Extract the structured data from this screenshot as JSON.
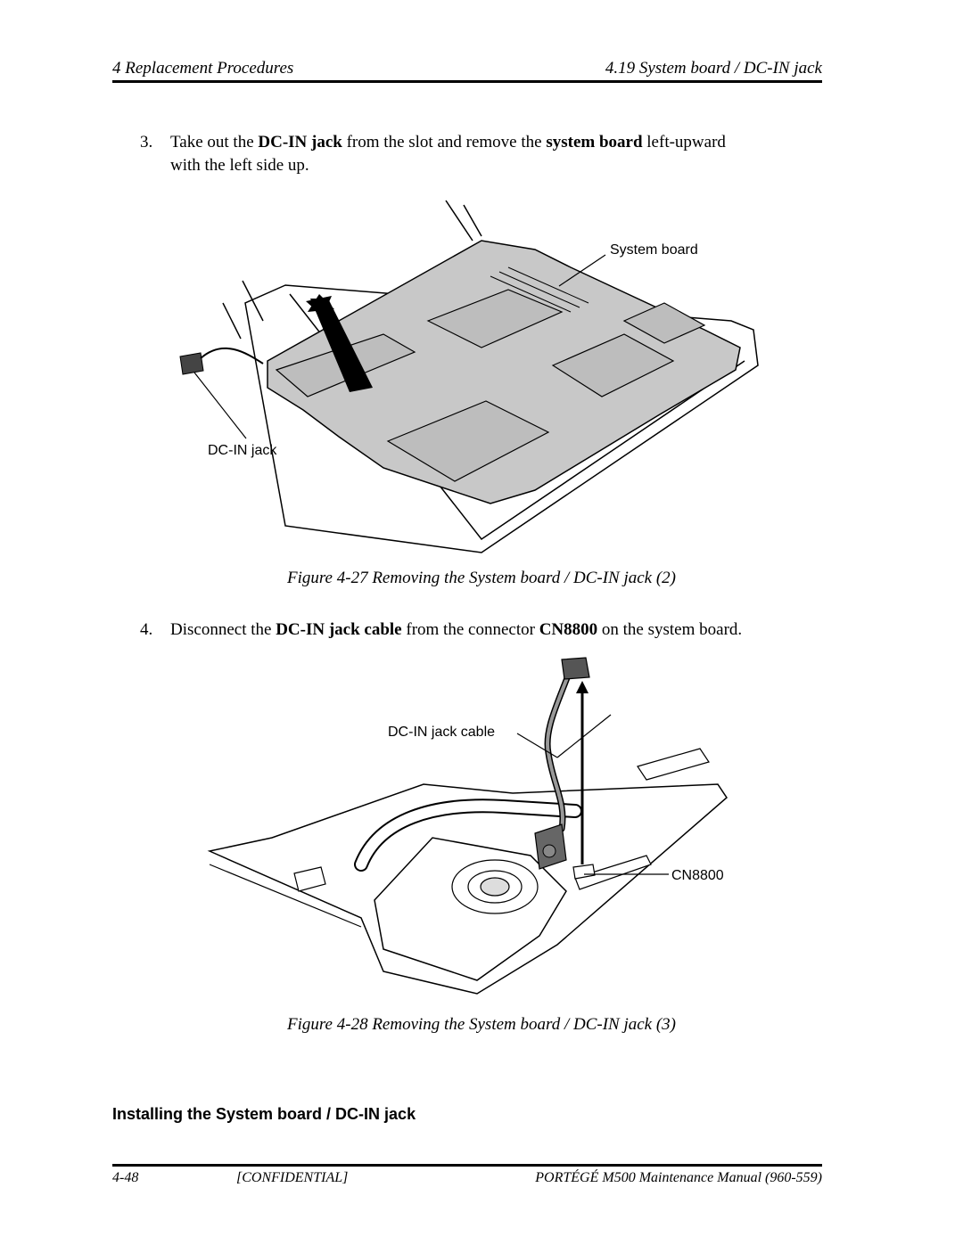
{
  "header": {
    "left": "4 Replacement Procedures",
    "right": "4.19  System board / DC-IN jack"
  },
  "step3": {
    "number": "3.",
    "t1": "Take out the ",
    "b1": "DC-IN jack",
    "t2": " from the slot and remove the ",
    "b2": "system board",
    "t3": " left-upward",
    "line2": "with the left side up."
  },
  "figure27": {
    "label_board": "System board",
    "label_jack": "DC-IN jack",
    "caption": "Figure 4-27   Removing the System board / DC-IN jack (2)"
  },
  "step4": {
    "number": "4.",
    "t1": "Disconnect the ",
    "b1": "DC-IN jack cable",
    "t2": " from the connector ",
    "b2": "CN8800",
    "t3": " on the system board."
  },
  "figure28": {
    "label_cable": "DC-IN jack cable",
    "label_connector": "CN8800",
    "caption": "Figure 4-28   Removing the System board / DC-IN jack (3)"
  },
  "section_title": "Installing the System board / DC-IN jack",
  "footer": {
    "page": "4-48",
    "confidential": "[CONFIDENTIAL]",
    "manual": "PORTÉGÉ M500 Maintenance Manual (960-559)"
  }
}
